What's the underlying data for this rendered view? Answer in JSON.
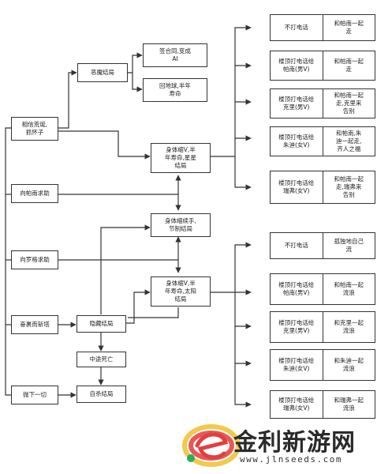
{
  "nodes": {
    "believe_monster": "相信荒诞,\n抓怀子",
    "ask_parker": "向帕南求助",
    "ask_rossi": "向罗格求助",
    "jump_tower": "奋裹而斩塔",
    "abandon_all": "抛下一切",
    "devil_ending": "恶魔结局",
    "sign_contract": "签合同,变成\nAI",
    "return_earth": "回地球,半年\n寿命",
    "body_weak_1": "身体缩V,半\n年寿命,星星\n结局",
    "body_helper": "身体缩续手,\n节制结局",
    "body_weak_2": "身体缩V,半\n年寿命,太阳\n结局",
    "hidden_ending": "隐藏结局",
    "mid_death": "中途死亡",
    "self_ending": "自杀结局"
  },
  "pairs_top": [
    {
      "left": "不打电话",
      "right": "和帕南一起\n走"
    },
    {
      "left": "楼顶打电话给\n帕南(男V)",
      "right": "和帕南一起\n走"
    },
    {
      "left": "楼顶打电话给\n克里(男V)",
      "right": "和帕南一起\n走,克里来\n告别"
    },
    {
      "left": "楼顶打电话给\n朱迪(女V)",
      "right": "和帕南,朱\n迪一起走,\n齐人之福"
    },
    {
      "left": "楼顶打电话给\n瑞弗(女V)",
      "right": "和帕南一起\n走,瑞弗来\n告别"
    }
  ],
  "pairs_bottom": [
    {
      "left": "不打电话",
      "right": "孤独地自己\n流"
    },
    {
      "left": "楼顶打电话给\n帕南(男V)",
      "right": "和帕南一起\n流浪"
    },
    {
      "left": "楼顶打电话给\n克里(男V)",
      "right": "和克里一起\n流浪"
    },
    {
      "left": "楼顶打电话给\n朱迪(女V)",
      "right": "和朱迪一起\n流浪"
    },
    {
      "left": "楼顶打电话给\n瑞弗(女V)",
      "right": "和瑞弗一起\n流浪"
    }
  ],
  "watermark": {
    "brand": "金利新游网",
    "url": "www.jlnseeds.com"
  }
}
